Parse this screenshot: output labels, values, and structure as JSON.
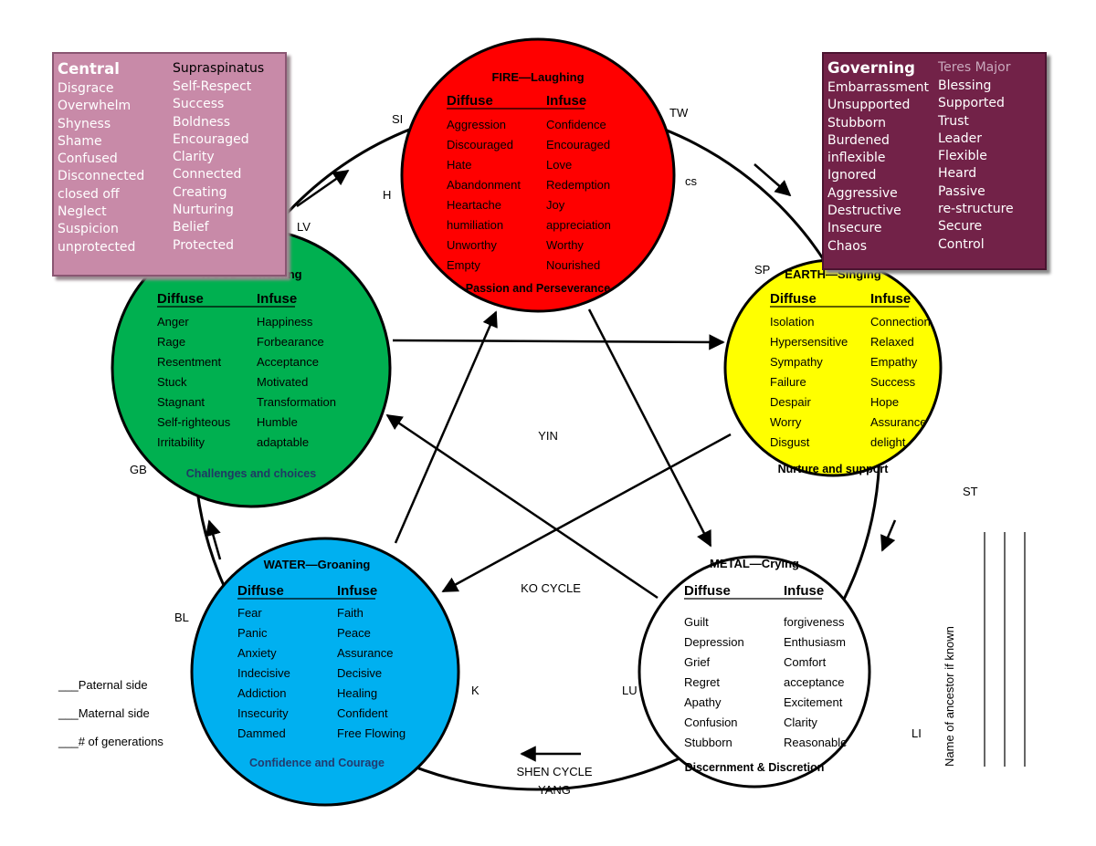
{
  "colors": {
    "fire": "#ff0000",
    "earth": "#ffff00",
    "metal": "#ffffff",
    "water": "#00b0f0",
    "wood": "#00b050",
    "central_box": "#c88aa8",
    "governing_box": "#722248"
  },
  "central_box": {
    "left_column": [
      "Central",
      "Disgrace",
      "Overwhelm",
      "Shyness",
      "Shame",
      "Confused",
      "Disconnected",
      "closed off",
      "Neglect",
      "Suspicion",
      "unprotected"
    ],
    "right_column": [
      "Supraspinatus",
      "Self-Respect",
      "Success",
      "Boldness",
      "Encouraged",
      "Clarity",
      "Connected",
      "Creating",
      "Nurturing",
      "Belief",
      "Protected"
    ]
  },
  "governing_box": {
    "left_column": [
      "Governing",
      "Embarrassment",
      "Unsupported",
      "Stubborn",
      "Burdened",
      "inflexible",
      "Ignored",
      "Aggressive",
      "Destructive",
      "Insecure",
      "Chaos"
    ],
    "right_column": [
      "Teres Major",
      "Blessing",
      "Supported",
      "Trust",
      "Leader",
      "Flexible",
      "Heard",
      "Passive",
      "re-structure",
      "Secure",
      "Control"
    ]
  },
  "elements": [
    {
      "key": "fire",
      "title": "FIRE—Laughing",
      "diffuse_header": "Diffuse",
      "infuse_header": "Infuse",
      "diffuse": [
        "Aggression",
        "Discouraged",
        "Hate",
        "Abandonment",
        "Heartache",
        "humiliation",
        "Unworthy",
        "Empty"
      ],
      "infuse": [
        "Confidence",
        "Encouraged",
        "Love",
        "Redemption",
        "Joy",
        "appreciation",
        "Worthy",
        "Nourished"
      ],
      "footer": "Passion and Perseverance"
    },
    {
      "key": "earth",
      "title": "EARTH—Singing",
      "diffuse_header": "Diffuse",
      "infuse_header": "Infuse",
      "diffuse": [
        "Isolation",
        "Hypersensitive",
        "Sympathy",
        "Failure",
        "Despair",
        "Worry",
        "Disgust"
      ],
      "infuse": [
        "Connection",
        "Relaxed",
        "Empathy",
        "Success",
        "Hope",
        "Assurance",
        "delight"
      ],
      "footer": "Nurture and support"
    },
    {
      "key": "metal",
      "title": "METAL—Crying",
      "diffuse_header": "Diffuse",
      "infuse_header": "Infuse",
      "diffuse": [
        "Guilt",
        "Depression",
        "Grief",
        "Regret",
        "Apathy",
        "Confusion",
        "Stubborn"
      ],
      "infuse": [
        "forgiveness",
        "Enthusiasm",
        "Comfort",
        "acceptance",
        "Excitement",
        "Clarity",
        "Reasonable"
      ],
      "footer": "Discernment & Discretion"
    },
    {
      "key": "water",
      "title": "WATER—Groaning",
      "diffuse_header": "Diffuse",
      "infuse_header": "Infuse",
      "diffuse": [
        "Fear",
        "Panic",
        "Anxiety",
        "Indecisive",
        "Addiction",
        "Insecurity",
        "Dammed"
      ],
      "infuse": [
        "Faith",
        "Peace",
        "Assurance",
        "Decisive",
        "Healing",
        "Confident",
        "Free Flowing"
      ],
      "footer": "Confidence and Courage"
    },
    {
      "key": "wood",
      "title": "WOOD—Shouting",
      "diffuse_header": "Diffuse",
      "infuse_header": "Infuse",
      "diffuse": [
        "Anger",
        "Rage",
        "Resentment",
        "Stuck",
        "Stagnant",
        "Self-righteous",
        "Irritability"
      ],
      "infuse": [
        "Happiness",
        "Forbearance",
        "Acceptance",
        "Motivated",
        "Transformation",
        "Humble",
        "adaptable"
      ],
      "footer": "Challenges and choices"
    }
  ],
  "meridians": {
    "si": "SI",
    "h": "H",
    "tw": "TW",
    "cs": "cs",
    "lv": "LV",
    "sp": "SP",
    "gb": "GB",
    "st": "ST",
    "bl": "BL",
    "k": "K",
    "lu": "LU",
    "li": "LI"
  },
  "center_labels": {
    "yin": "YIN",
    "ko_cycle": "KO CYCLE",
    "shen_cycle": "SHEN CYCLE",
    "yang": "YANG"
  },
  "side_notes": [
    "___Paternal side",
    "___Maternal side",
    "___# of generations"
  ],
  "ancestor_label": "Name of ancestor if known"
}
